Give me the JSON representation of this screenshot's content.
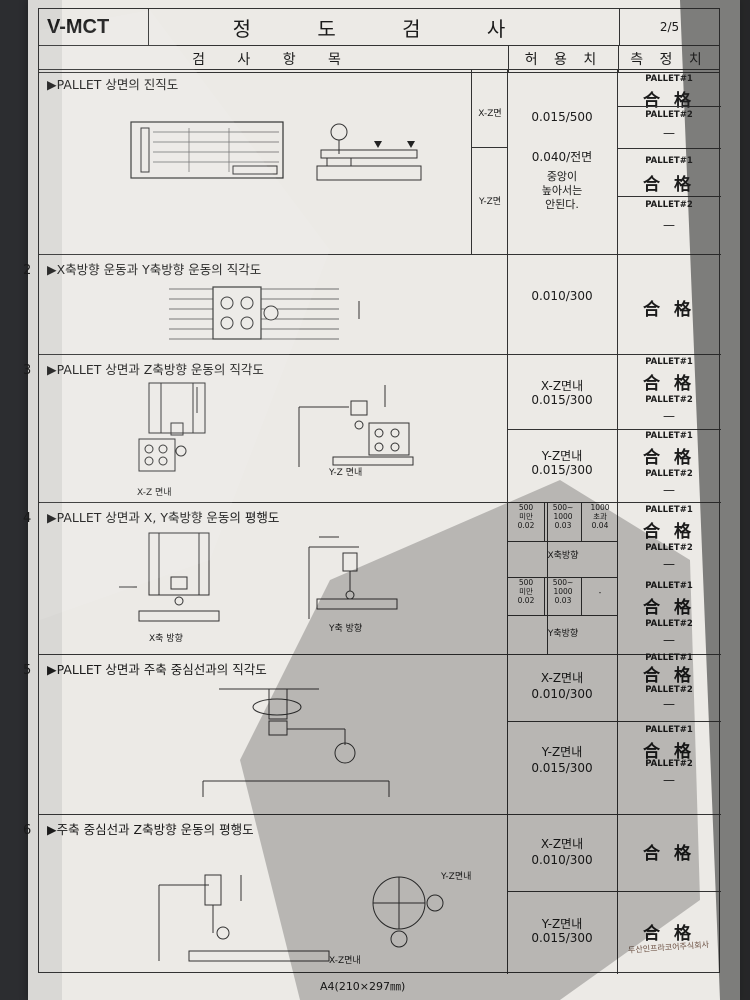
{
  "header": {
    "model": "V-MCT",
    "title": "정 도 검 사",
    "page": "2/5"
  },
  "columns": {
    "item": "검 사 항 목",
    "tolerance": "허 용 치",
    "measured": "측 정 치"
  },
  "labels": {
    "pallet1": "PALLET#1",
    "pallet2": "PALLET#2",
    "pass": "合 格",
    "dash": "—"
  },
  "items": [
    {
      "no": "",
      "title": "▶PALLET 상면의 진직도",
      "axis1": "X-Z면",
      "axis2": "Y-Z면",
      "tol1": "0.015/500",
      "tol2": "0.040/전면",
      "note": [
        "중앙이",
        "높아서는",
        "안된다."
      ]
    },
    {
      "no": "2",
      "title": "▶X축방향 운동과 Y축방향 운동의 직각도",
      "tol1": "0.010/300"
    },
    {
      "no": "3",
      "title": "▶PALLET 상면과 Z축방향 운동의 직각도",
      "tol1": "X-Z면내",
      "tol1b": "0.015/300",
      "tol2": "Y-Z면내",
      "tol2b": "0.015/300",
      "fig1": "X-Z 면내",
      "fig2": "Y-Z 면내"
    },
    {
      "no": "4",
      "title": "▶PALLET 상면과 X, Y축방향 운동의 평행도",
      "grid1": [
        [
          "500",
          "미만",
          "0.02"
        ],
        [
          "500~",
          "1000",
          "0.03"
        ],
        [
          "1000",
          "초과",
          "0.04"
        ]
      ],
      "grid1_label": "X축방향",
      "grid2": [
        [
          "500",
          "미만",
          "0.02"
        ],
        [
          "500~",
          "1000",
          "0.03"
        ],
        [
          "-",
          "",
          ""
        ]
      ],
      "grid2_label": "Y축방향",
      "fig1": "X축 방향",
      "fig2": "Y축 방향"
    },
    {
      "no": "5",
      "title": "▶PALLET 상면과 주축 중심선과의 직각도",
      "tol1": "X-Z면내",
      "tol1b": "0.010/300",
      "tol2": "Y-Z면내",
      "tol2b": "0.015/300"
    },
    {
      "no": "6",
      "title": "▶주축 중심선과 Z축방향 운동의 평행도",
      "tol1": "X-Z면내",
      "tol1b": "0.010/300",
      "tol2": "Y-Z면내",
      "tol2b": "0.015/300",
      "fig1": "Y-Z면내",
      "fig2": "X-Z면내"
    }
  ],
  "footer": {
    "paper": "A4(210×297㎜)",
    "company": "두산인프라코어주식회사"
  }
}
